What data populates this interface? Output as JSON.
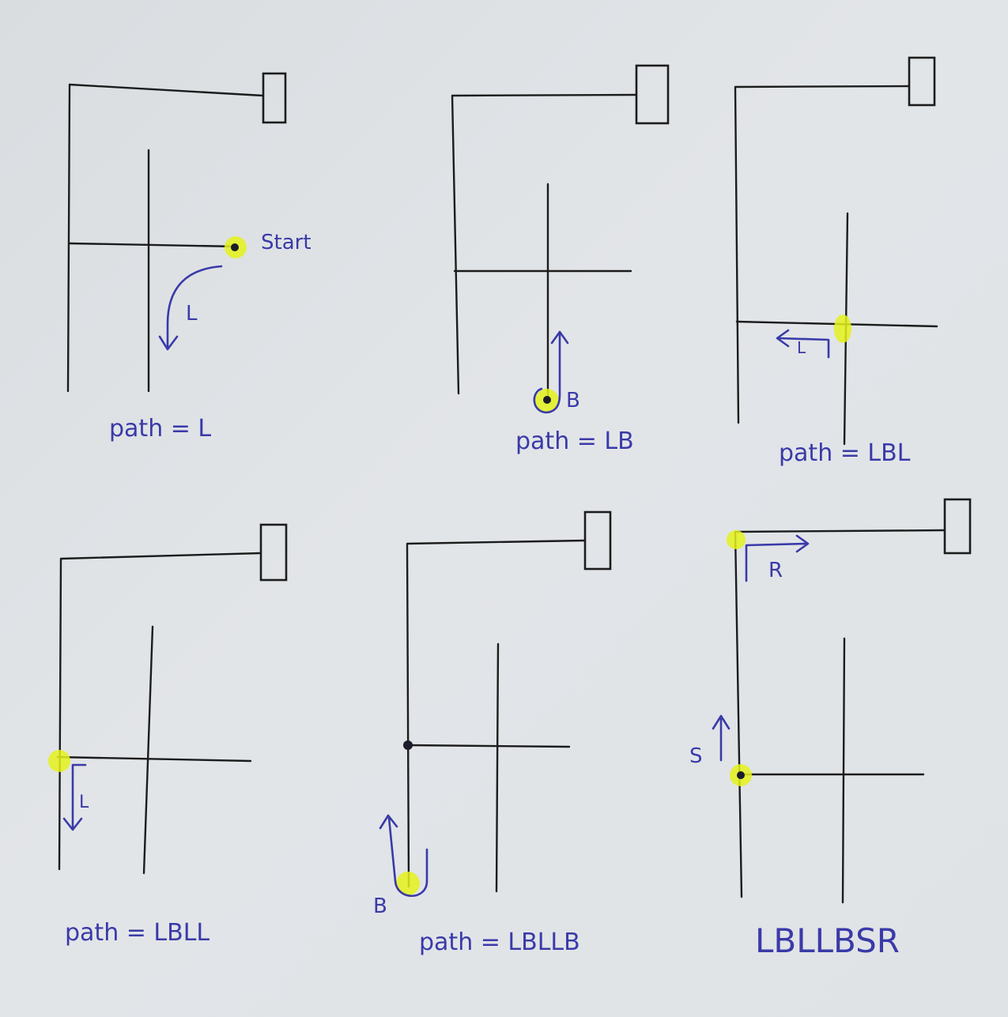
{
  "panels": [
    {
      "caption": "path = L",
      "marks": {
        "start": "Start",
        "move": "L"
      }
    },
    {
      "caption": "path = LB",
      "marks": {
        "move": "B"
      }
    },
    {
      "caption": "path = LBL",
      "marks": {
        "move": "L"
      }
    },
    {
      "caption": "path = LBLL",
      "marks": {
        "move": "L"
      }
    },
    {
      "caption": "path = LBLLB",
      "marks": {
        "move": "B"
      }
    },
    {
      "caption": "LBLLBSR",
      "marks": {
        "move_s": "S",
        "move_r": "R"
      }
    }
  ],
  "colors": {
    "ink": "#1c1c1c",
    "pen": "#3a3aa8",
    "highlight": "#e4f21a",
    "paper": "#dfe3e6"
  }
}
